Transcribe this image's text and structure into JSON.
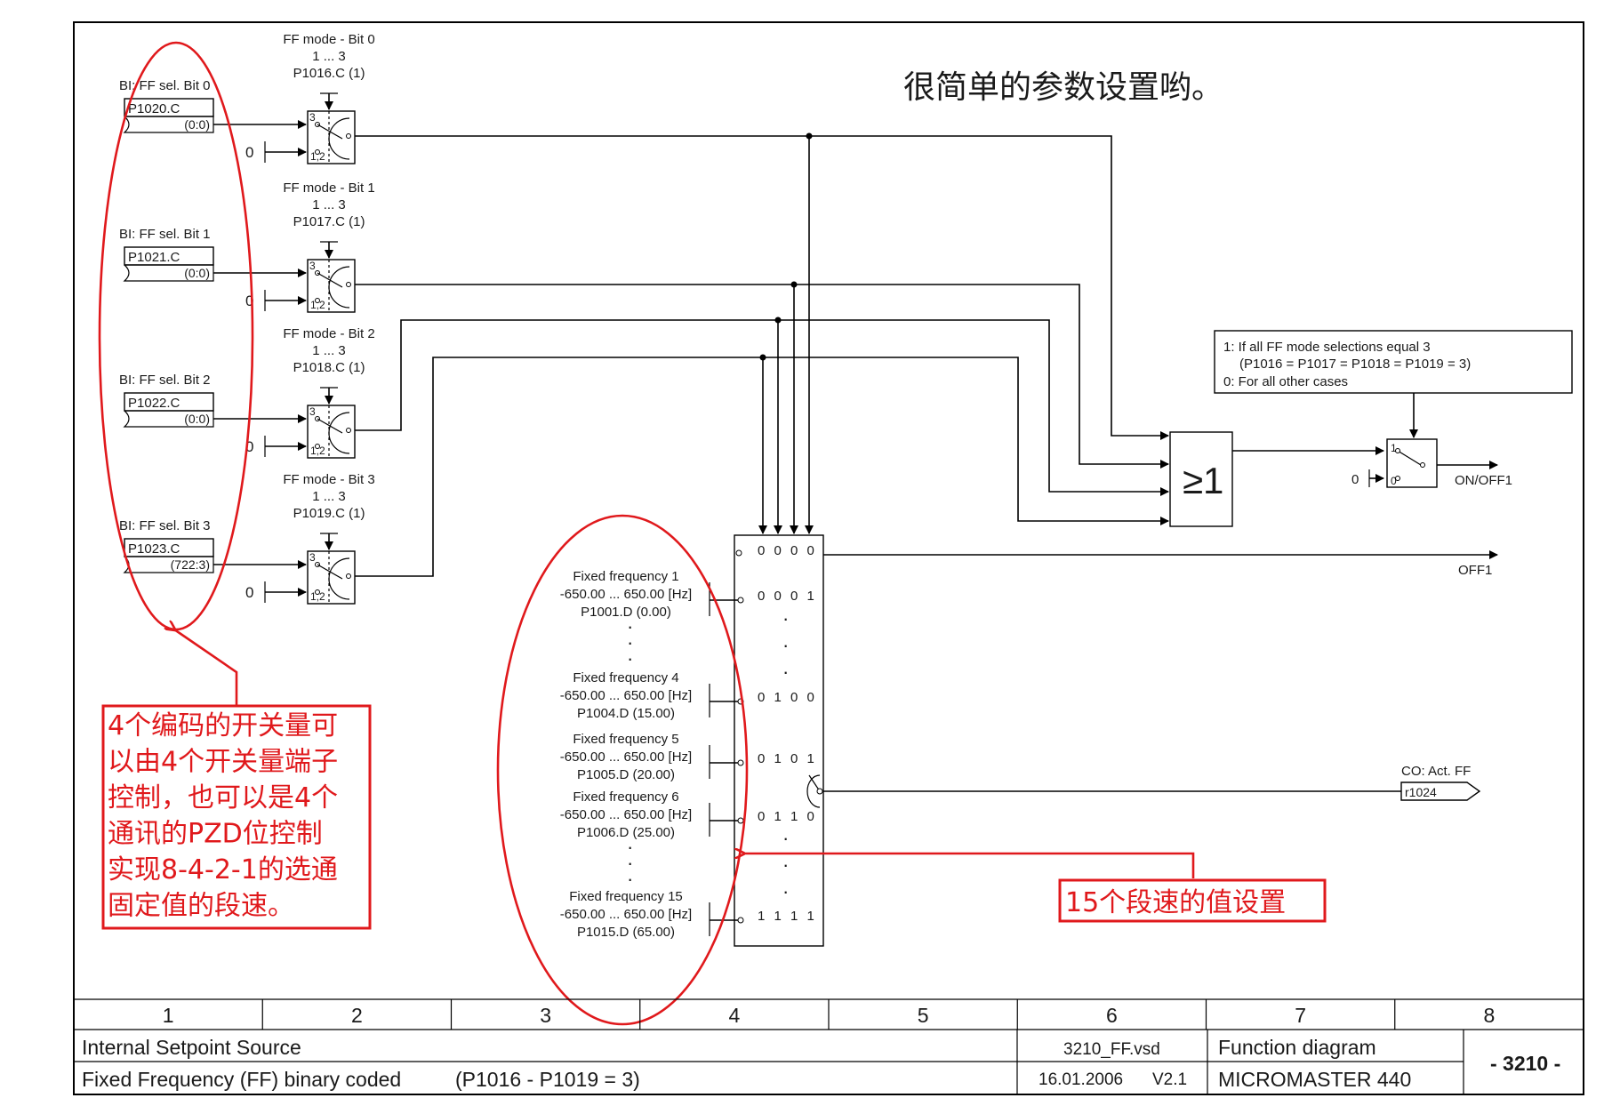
{
  "title_note": "很简单的参数设置哟。",
  "inputs": [
    {
      "label": "BI: FF sel. Bit 0",
      "param": "P1020.C",
      "default": "(0:0)"
    },
    {
      "label": "BI: FF sel. Bit 1",
      "param": "P1021.C",
      "default": "(0:0)"
    },
    {
      "label": "BI: FF sel. Bit 2",
      "param": "P1022.C",
      "default": "(0:0)"
    },
    {
      "label": "BI: FF sel. Bit 3",
      "param": "P1023.C",
      "default": "(722:3)"
    }
  ],
  "mode_switches": [
    {
      "label": "FF mode - Bit 0",
      "range": "1 ... 3",
      "param": "P1016.C (1)"
    },
    {
      "label": "FF mode - Bit 1",
      "range": "1 ... 3",
      "param": "P1017.C (1)"
    },
    {
      "label": "FF mode - Bit 2",
      "range": "1 ... 3",
      "param": "P1018.C (1)"
    },
    {
      "label": "FF mode - Bit 3",
      "range": "1 ... 3",
      "param": "P1019.C (1)"
    }
  ],
  "switch_labels": {
    "upper": "3",
    "lower": "1,2",
    "zero": "0"
  },
  "frequencies": [
    {
      "label": "Fixed frequency 1",
      "range": "-650.00 ... 650.00  [Hz]",
      "param": "P1001.D (0.00)",
      "code": "0 0 0 1"
    },
    {
      "label": "Fixed frequency 4",
      "range": "-650.00 ... 650.00  [Hz]",
      "param": "P1004.D (15.00)",
      "code": "0 1 0 0"
    },
    {
      "label": "Fixed frequency 5",
      "range": "-650.00 ... 650.00  [Hz]",
      "param": "P1005.D (20.00)",
      "code": "0 1 0 1"
    },
    {
      "label": "Fixed frequency 6",
      "range": "-650.00 ... 650.00  [Hz]",
      "param": "P1006.D (25.00)",
      "code": "0 1 1 0"
    },
    {
      "label": "Fixed frequency 15",
      "range": "-650.00 ... 650.00  [Hz]",
      "param": "P1015.D (65.00)",
      "code": "1 1 1 1"
    }
  ],
  "selector_top_code": "0 0 0 0",
  "or_gate": "≥1",
  "condition": {
    "line1": "1: If all FF mode selections equal 3",
    "line2": "(P1016 = P1017 = P1018 = P1019 = 3)",
    "line3": "0: For all other cases"
  },
  "outputs": {
    "on_off1": "ON/OFF1",
    "off1": "OFF1",
    "co_label": "CO: Act. FF",
    "co_param": "r1024",
    "zero": "0",
    "sw_one": "1",
    "sw_zero": "0"
  },
  "annotations": {
    "left_lines": [
      "4个编码的开关量可",
      "以由4个开关量端子",
      "控制，也可以是4个",
      "通讯的PZD位控制",
      "实现8-4-2-1的选通",
      "固定值的段速。"
    ],
    "right": "15个段速的值设置"
  },
  "footer": {
    "columns": [
      "1",
      "2",
      "3",
      "4",
      "5",
      "6",
      "7",
      "8"
    ],
    "row1_title": "Internal Setpoint Source",
    "row2_title": "Fixed Frequency (FF) binary coded",
    "row2_params": "(P1016 - P1019 = 3)",
    "file": "3210_FF.vsd",
    "date": "16.01.2006",
    "version": "V2.1",
    "doc_type": "Function diagram",
    "product": "MICROMASTER 440",
    "sheet": "- 3210 -"
  },
  "colors": {
    "annotation": "#e0191c",
    "line": "#000000"
  }
}
